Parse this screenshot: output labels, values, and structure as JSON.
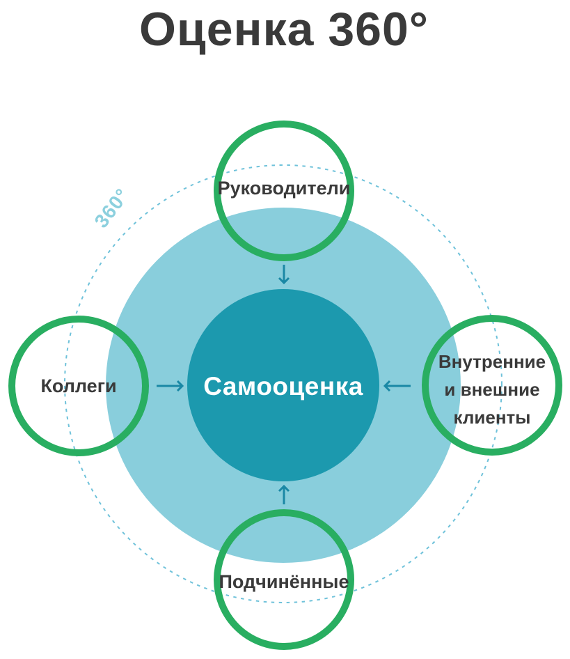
{
  "title": "Оценка 360°",
  "orbit": {
    "degree_label": "360°"
  },
  "center_circle": {
    "label": "Самооценка"
  },
  "satellite_circles": {
    "top": {
      "label": "Руководители"
    },
    "left": {
      "label": "Коллеги"
    },
    "right": {
      "label_lines": [
        "Внутренние",
        "и внешние",
        "клиенты"
      ]
    },
    "bottom": {
      "label": "Подчинённые"
    }
  },
  "colors": {
    "ring_green": "#29ae61",
    "halo_teal": "#89cedc",
    "core_teal": "#1c99ae",
    "arrow_teal": "#1a88a5",
    "orbit_blue": "#6fc2da",
    "orbit_label_blue": "#8cd0de",
    "text_dark": "#3a3a3a",
    "text_light": "#ffffff"
  }
}
